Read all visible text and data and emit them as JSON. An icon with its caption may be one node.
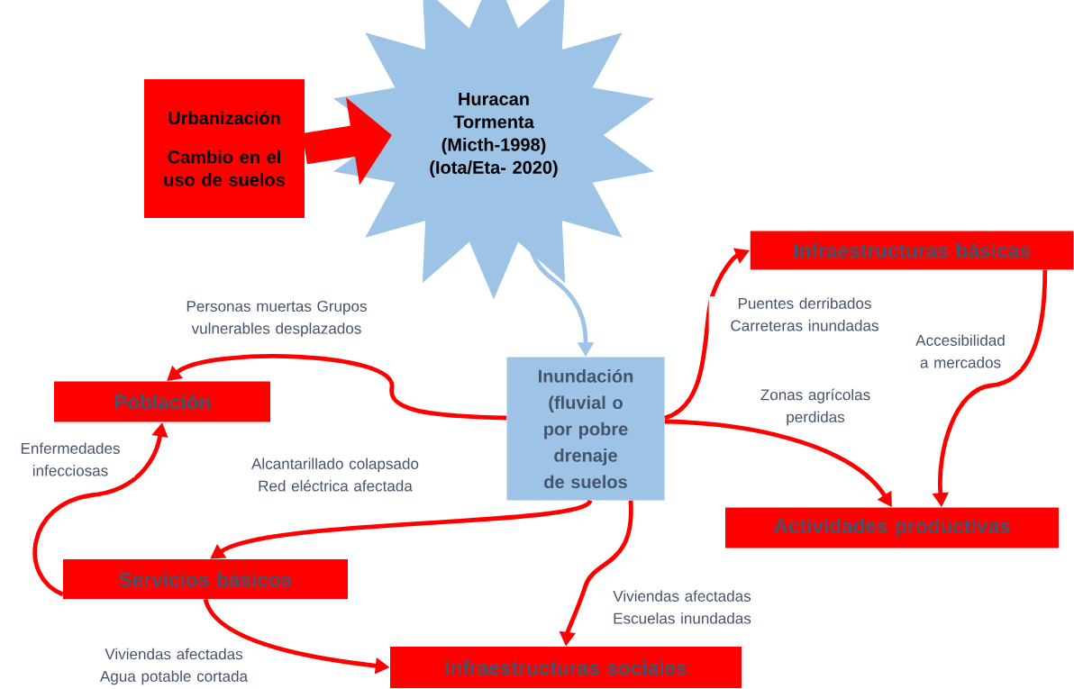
{
  "diagram": {
    "nodes": [
      {
        "text": [
          "Urbanización",
          "Cambio en el uso de suelos"
        ]
      },
      {
        "text": [
          "Huracan Tormenta (Micth-1998) (Iota/Eta- 2020)"
        ]
      },
      {
        "text": [
          "Inundación (fluvial o por pobre drenaje de suelos"
        ]
      },
      {
        "text": [
          "Infraestructuras  básicas"
        ]
      },
      {
        "text": [
          "Población"
        ]
      },
      {
        "text": [
          "Actividades  productivas"
        ]
      },
      {
        "text": [
          "Servicios  básicos"
        ]
      },
      {
        "text": [
          "Infraestructuras  sociales"
        ]
      }
    ],
    "edges": [
      {
        "from": 0,
        "to": 1,
        "arrow": "to",
        "style": "thick"
      },
      {
        "from": 1,
        "to": 2,
        "arrow": "to",
        "color": "#9dc3e6"
      },
      {
        "from": 2,
        "to": 4,
        "arrow": "to",
        "label": "Personas muertas Grupos vulnerables desplazados"
      },
      {
        "from": 2,
        "to": 3,
        "arrow": "to",
        "label": "Puentes derribados Carreteras inundadas"
      },
      {
        "from": 2,
        "to": 5,
        "arrow": "to",
        "label": "Zonas agrícolas perdidas"
      },
      {
        "from": 3,
        "to": 5,
        "arrow": "to",
        "label": "Accesibilidad a mercados"
      },
      {
        "from": 2,
        "to": 6,
        "arrow": "to",
        "label": "Alcantarillado colapsado Red eléctrica afectada"
      },
      {
        "from": 2,
        "to": 7,
        "arrow": "to",
        "label": "Viviendas afectadas Escuelas inundadas"
      },
      {
        "from": 6,
        "to": 4,
        "arrow": "to",
        "label": "Enfermedades infecciosas"
      },
      {
        "from": 6,
        "to": 7,
        "arrow": "to",
        "label": "Viviendas afectadas Agua potable cortada"
      }
    ]
  }
}
